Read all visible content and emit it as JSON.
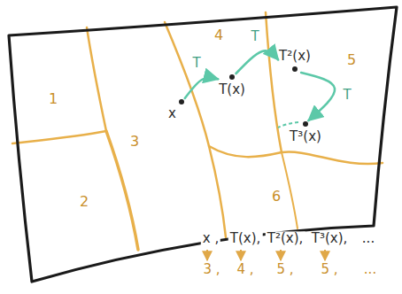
{
  "diagram": {
    "nodes": [
      {
        "text": [
          "x"
        ]
      },
      {
        "text": [
          "T(x)"
        ]
      },
      {
        "text": [
          "T²(x)"
        ]
      },
      {
        "text": [
          "T³(x)"
        ]
      }
    ],
    "edges": [
      {
        "from": 0,
        "to": 1,
        "arrow": "to",
        "label": "T"
      },
      {
        "from": 1,
        "to": 2,
        "arrow": "to",
        "label": "T"
      },
      {
        "from": 2,
        "to": 3,
        "arrow": "to",
        "label": "T"
      }
    ],
    "labels": [
      "1",
      "4",
      "5",
      "3",
      "2",
      "6",
      "x ,",
      "T(x),",
      "T²(x),",
      "T³(x),",
      "...",
      "3 ,",
      "4 ,",
      "5 ,",
      "5 ,",
      "..."
    ]
  }
}
